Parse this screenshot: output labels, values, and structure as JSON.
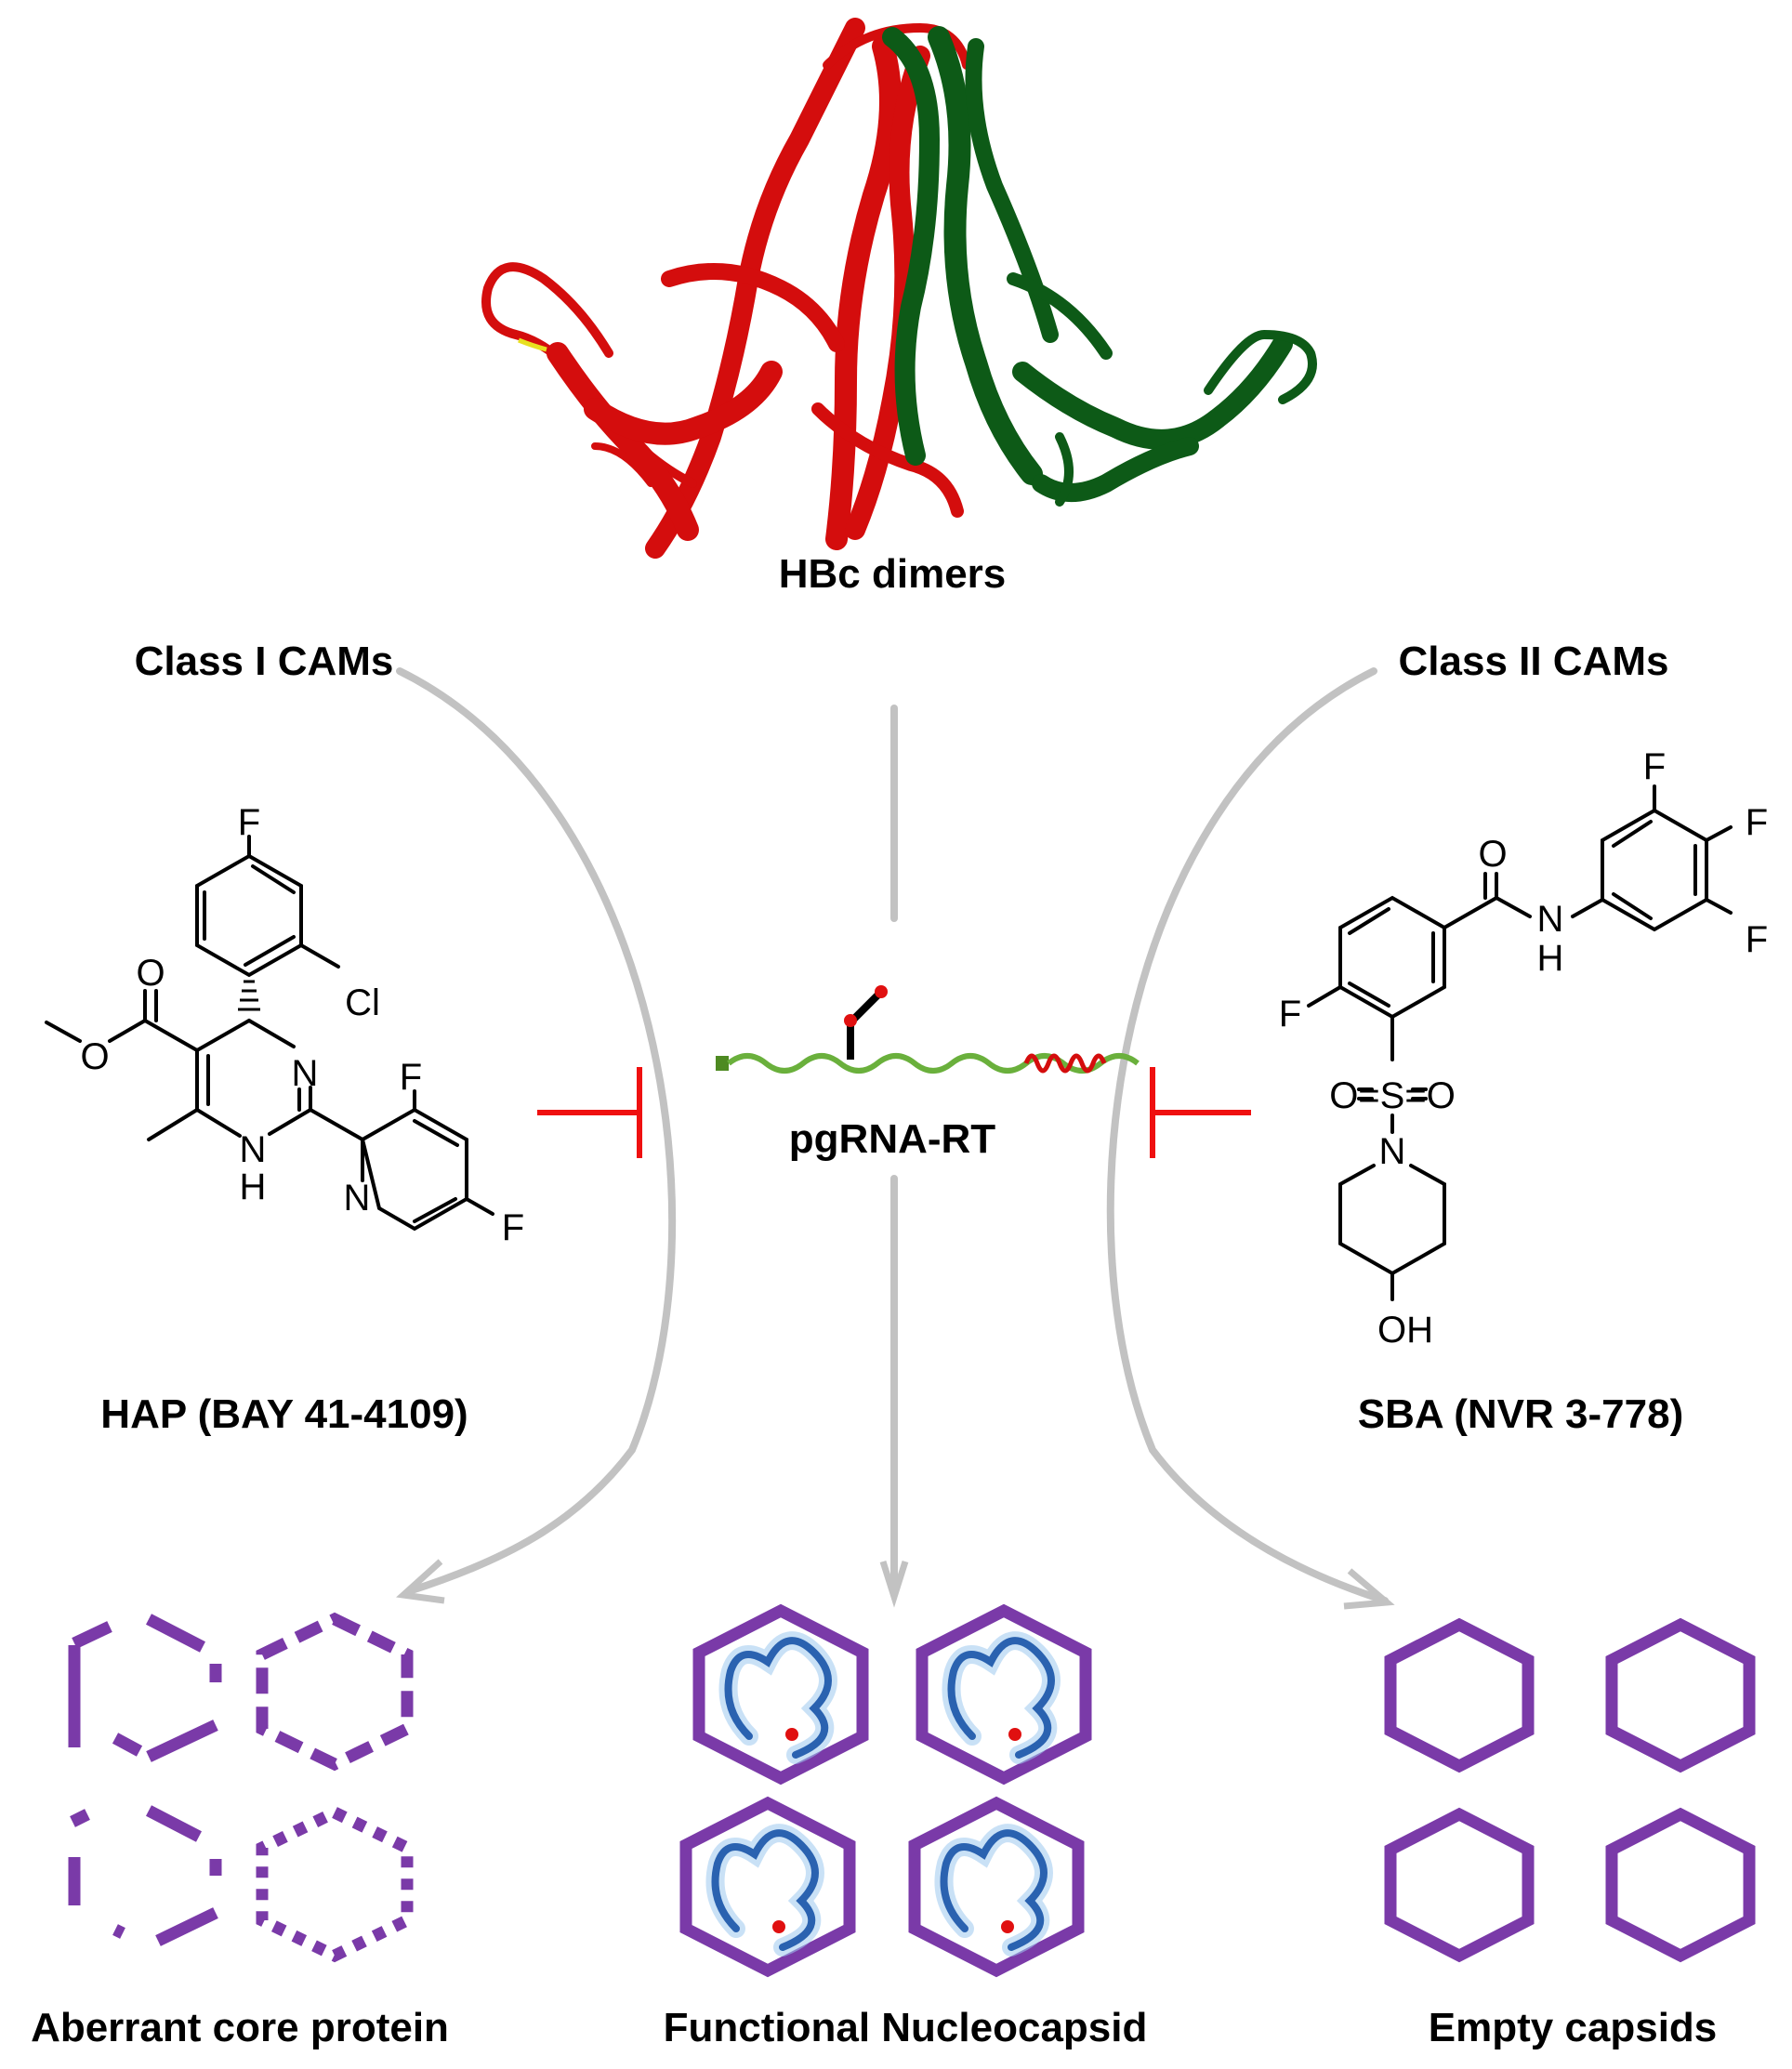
{
  "labels": {
    "dimers": "HBc dimers",
    "class1": "Class I CAMs",
    "class2": "Class II CAMs",
    "center": "pgRNA-RT",
    "compound1": "HAP (BAY 41-4109)",
    "compound2": "SBA (NVR 3-778)",
    "out_left": "Aberrant core protein",
    "out_center": "Functional Nucleocapsid",
    "out_right": "Empty capsids"
  },
  "hap_atoms": {
    "f_top": "F",
    "cl": "Cl",
    "o_carbonyl": "O",
    "o_ester": "O",
    "n_ring": "N",
    "nh_n": "N",
    "nh_h": "H",
    "f_pyr": "F",
    "n_pyr": "N",
    "f_pyr2": "F"
  },
  "sba_atoms": {
    "f1": "F",
    "f2": "F",
    "f3": "F",
    "o_amide": "O",
    "nh_n": "N",
    "nh_h": "H",
    "f_ring": "F",
    "sulfonyl": "O=S=O",
    "n_pip": "N",
    "oh": "OH"
  },
  "colors": {
    "chain_a": "#d40d0d",
    "chain_b": "#0d5a17",
    "arrow": "#c2c2c2",
    "inhibit": "#ef1010",
    "capsid": "#7a3aa8",
    "rna": "#2a62b0",
    "rna_backbone": "#6ab03c"
  },
  "icons": [
    "protein-ribbon",
    "inhibition-bar",
    "hexagonal-capsid",
    "rna-strand"
  ]
}
